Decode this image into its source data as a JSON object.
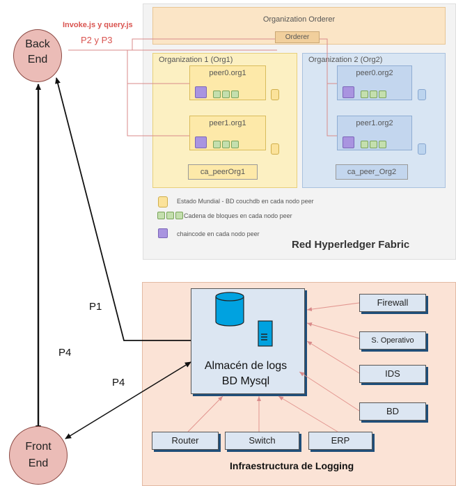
{
  "nodes": {
    "back_end": [
      "Back",
      "End"
    ],
    "front_end": [
      "Front",
      "End"
    ]
  },
  "annotations": {
    "invoke": "Invoke.js y query.js",
    "p2_p3": "P2 y P3"
  },
  "fabric": {
    "orderer_org": "Organization Orderer",
    "orderer": "Orderer",
    "org1": {
      "title": "Organization 1 (Org1)",
      "peers": [
        "peer0.org1",
        "peer1.org1"
      ],
      "ca": "ca_peerOrg1"
    },
    "org2": {
      "title": "Organization 2 (Org2)",
      "peers": [
        "peer0.org2",
        "peer1.org2"
      ],
      "ca": "ca_peer_Org2"
    },
    "legend": [
      "Estado Mundial - BD couchdb en cada nodo peer",
      "Cadena de bloques en cada nodo peer",
      "chaincode en cada nodo peer"
    ],
    "title": "Red Hyperledger Fabric"
  },
  "edges": {
    "p1": "P1",
    "p4_left": "P4",
    "p4_mid": "P4"
  },
  "logging": {
    "store": [
      "Almacén de logs",
      "BD Mysql"
    ],
    "right_sources": [
      "Firewall",
      "S. Operativo",
      "IDS",
      "BD"
    ],
    "bottom_sources": [
      "Router",
      "Switch",
      "ERP"
    ],
    "title": "Infraestructura de Logging"
  },
  "colors": {
    "circle_fill": "#ebbcb7",
    "cylinder": "#00a2e0",
    "fabric_arrows": "#d88a8a",
    "annotation": "#d9534f"
  }
}
